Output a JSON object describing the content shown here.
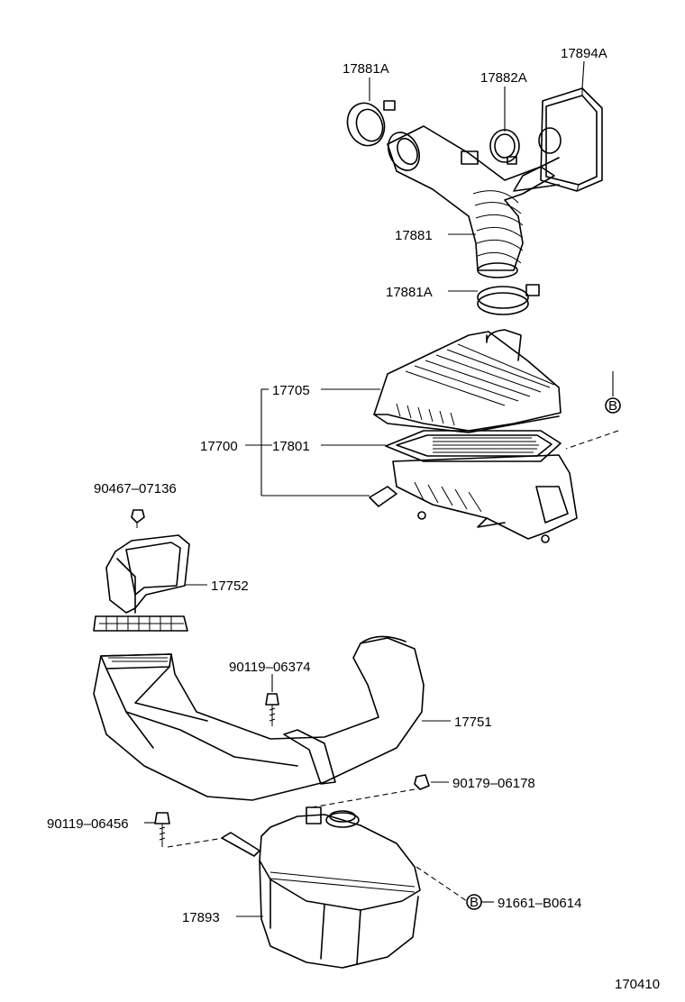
{
  "labels": {
    "p17881A_top": "17881A",
    "p17882A": "17882A",
    "p17894A": "17894A",
    "p17881": "17881",
    "p17881A_bottom": "17881A",
    "p17705": "17705",
    "p17700": "17700",
    "p17801": "17801",
    "p90467_07136": "90467–07136",
    "p17752": "17752",
    "p90119_06374": "90119–06374",
    "p17751": "17751",
    "p90179_06178": "90179–06178",
    "p90119_06456": "90119–06456",
    "p17893": "17893",
    "p91661_B0614": "91661–B0614",
    "bubble_B_right": "B",
    "bubble_B_bottom": "B",
    "figure_number": "170410"
  }
}
